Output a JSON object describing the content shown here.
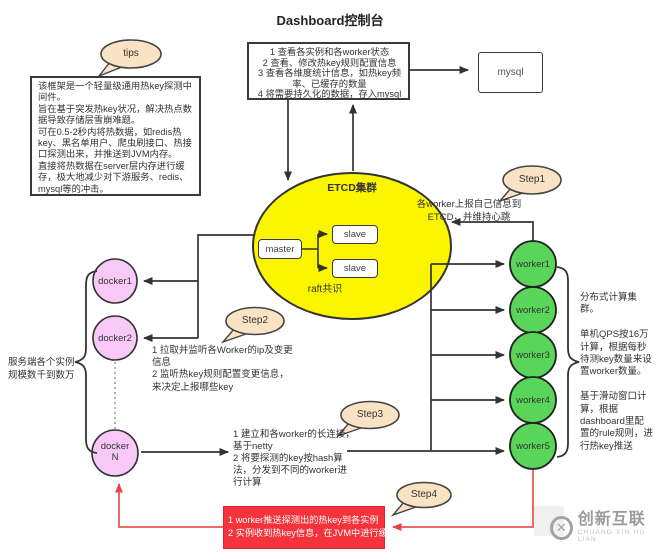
{
  "title": "Dashboard控制台",
  "colors": {
    "etcd_fill": "#fbf500",
    "worker_fill": "#59d659",
    "docker_fill": "#f8c9f6",
    "bubble_fill": "#fae3c5",
    "red_box_fill": "#f4333c",
    "line": "#333333",
    "red_line": "#ed4545"
  },
  "tips": {
    "label": "tips",
    "note": "该框架是一个轻量级通用热key探测中\n间件。\n旨在基于突发热key状况，解决热点数\n据导致存储层雪崩难题。\n可在0.5-2秒内将热数据，如redis热\nkey、黑名单用户、爬虫刷接口、热接\n口探测出来，并推送到JVM内存。\n直接将热数据在server层内存进行缓\n存，极大地减少对下游服务、redis、\nmysql等的冲击。"
  },
  "dashboard_box": {
    "text": "1 查看各实例和各worker状态\n2 查看、修改热key规则配置信息\n3 查看各维度统计信息，如热key频\n率、已缓存的数量\n4 将需要持久化的数据，存入mysql"
  },
  "mysql": {
    "label": "mysql"
  },
  "etcd": {
    "title": "ETCD集群",
    "master": "master",
    "slave1": "slave",
    "slave2": "slave",
    "footer": "raft共识"
  },
  "steps": {
    "step1": {
      "label": "Step1",
      "note": "各worker上报自己信息到\nETCD，并维持心跳"
    },
    "step2": {
      "label": "Step2",
      "note": "1 拉取并监听各Worker的ip及变更\n信息\n2 监听热key规则配置变更信息，\n来决定上报哪些key"
    },
    "step3": {
      "label": "Step3",
      "note": "1 建立和各worker的长连接，\n基于netty\n2 将要探测的key按hash算\n法，分发到不同的worker进\n行计算"
    },
    "step4": {
      "label": "Step4"
    }
  },
  "dockers": {
    "items": [
      "docker1",
      "docker2",
      "docker\nN"
    ],
    "cluster_note": "服务端各个实例\n规模数千到数万"
  },
  "workers": {
    "items": [
      "worker1",
      "worker2",
      "worker3",
      "worker4",
      "worker5"
    ],
    "note": "分布式计算集\n群。\n\n单机QPS按16万\n计算，根据每秒\n待测key数量来设\n置worker数量。\n\n基于滑动窗口计\n算，根据\ndashboard里配\n置的rule规则，进\n行热key推送"
  },
  "red_box": {
    "text": "1 worker推送探测出的热key到各实例\n2 实例收到热key信息，在JVM中进行缓存"
  },
  "watermark": {
    "name": "创新互联",
    "sub": "CHUANG XIN HU LIAN",
    "icon_glyph": "✕"
  }
}
